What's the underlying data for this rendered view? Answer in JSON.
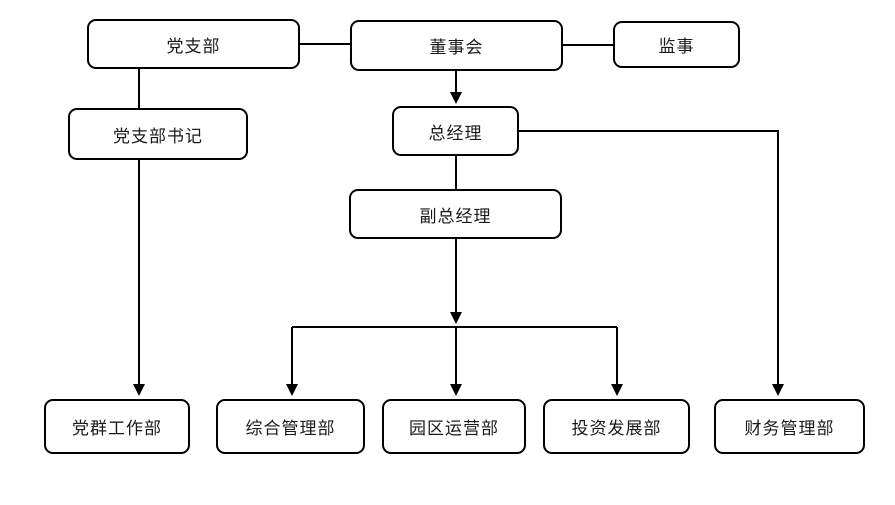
{
  "diagram": {
    "type": "org-chart",
    "nodes": {
      "party_branch": {
        "label": "党支部"
      },
      "board": {
        "label": "董事会"
      },
      "supervisor": {
        "label": "监事"
      },
      "party_secretary": {
        "label": "党支部书记"
      },
      "general_manager": {
        "label": "总经理"
      },
      "deputy_general_manager": {
        "label": "副总经理"
      },
      "party_mass_work_dept": {
        "label": "党群工作部"
      },
      "general_admin_dept": {
        "label": "综合管理部"
      },
      "park_operations_dept": {
        "label": "园区运营部"
      },
      "investment_dev_dept": {
        "label": "投资发展部"
      },
      "finance_dept": {
        "label": "财务管理部"
      }
    },
    "edges": [
      {
        "from": "党支部",
        "to": "董事会",
        "style": "plain"
      },
      {
        "from": "董事会",
        "to": "监事",
        "style": "plain"
      },
      {
        "from": "董事会",
        "to": "总经理",
        "style": "arrow"
      },
      {
        "from": "党支部",
        "to": "党支部书记",
        "style": "plain"
      },
      {
        "from": "党支部书记",
        "to": "党群工作部",
        "style": "arrow"
      },
      {
        "from": "总经理",
        "to": "副总经理",
        "style": "plain"
      },
      {
        "from": "总经理",
        "to": "财务管理部",
        "style": "arrow"
      },
      {
        "from": "副总经理",
        "to": "综合管理部",
        "style": "arrow"
      },
      {
        "from": "副总经理",
        "to": "园区运营部",
        "style": "arrow"
      },
      {
        "from": "副总经理",
        "to": "投资发展部",
        "style": "arrow"
      }
    ],
    "colors": {
      "box_border": "#000000",
      "box_fill": "#ffffff",
      "text": "#1a1a1a",
      "line": "#000000",
      "background": "#ffffff"
    }
  }
}
